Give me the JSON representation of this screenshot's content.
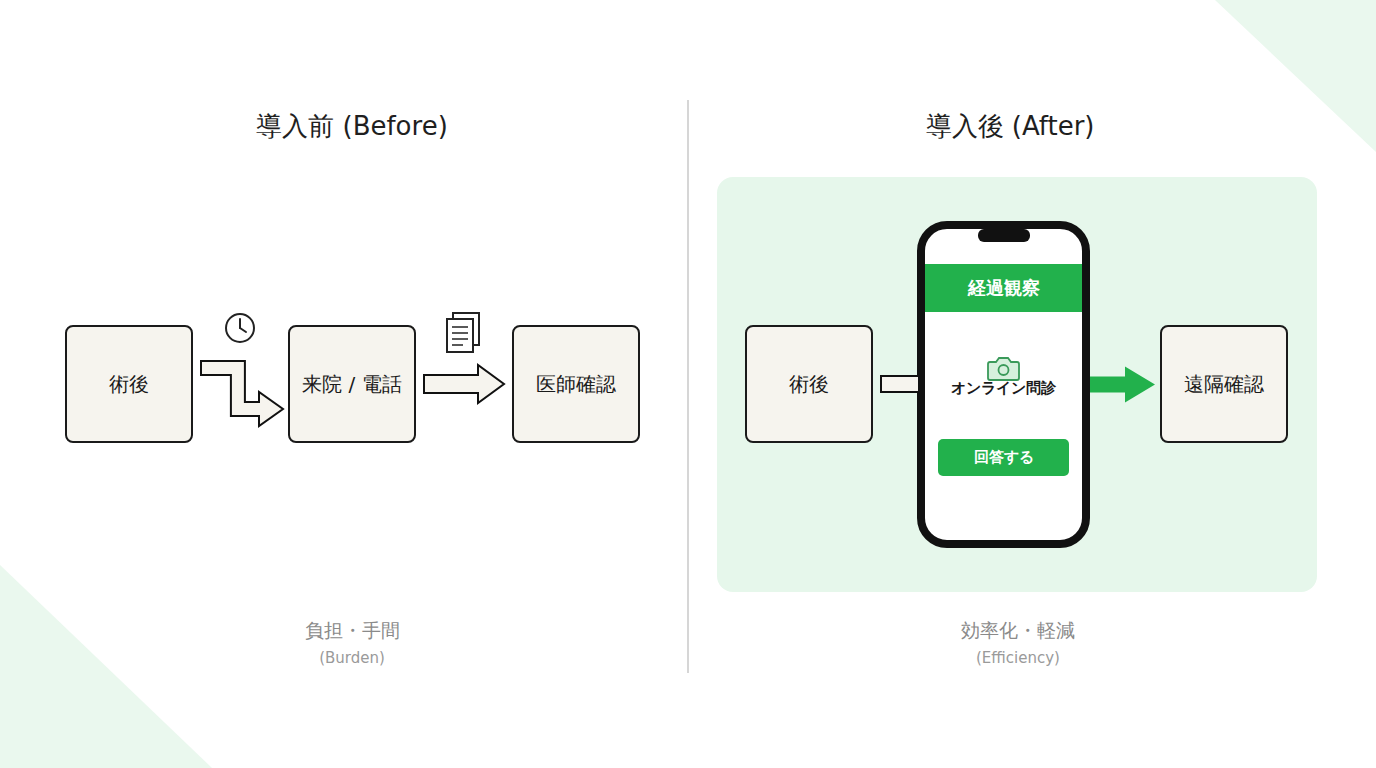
{
  "diagram": {
    "nodes": [
      {
        "text": [
          "術後"
        ]
      },
      {
        "text": [
          "来院 / 電話"
        ]
      },
      {
        "text": [
          "医師確認"
        ]
      },
      {
        "text": [
          "術後"
        ]
      },
      {
        "text": [
          "オンライン問診"
        ]
      },
      {
        "text": [
          "経過観察"
        ],
        "in": 4
      },
      {
        "text": [
          "回答する"
        ],
        "in": 4
      },
      {
        "text": [
          "遠隔確認"
        ]
      }
    ],
    "edges": [
      {
        "from": 0,
        "to": 1,
        "arrow": "to"
      },
      {
        "from": 1,
        "to": 2,
        "arrow": "to"
      },
      {
        "from": 3,
        "to": 4,
        "arrow": "none"
      },
      {
        "from": 4,
        "to": 7,
        "arrow": "to"
      }
    ],
    "labels": [
      "導入前 (Before)",
      "導入後 (After)",
      "負担・手間",
      "(Burden)",
      "効率化・軽減",
      "(Efficiency)"
    ]
  }
}
